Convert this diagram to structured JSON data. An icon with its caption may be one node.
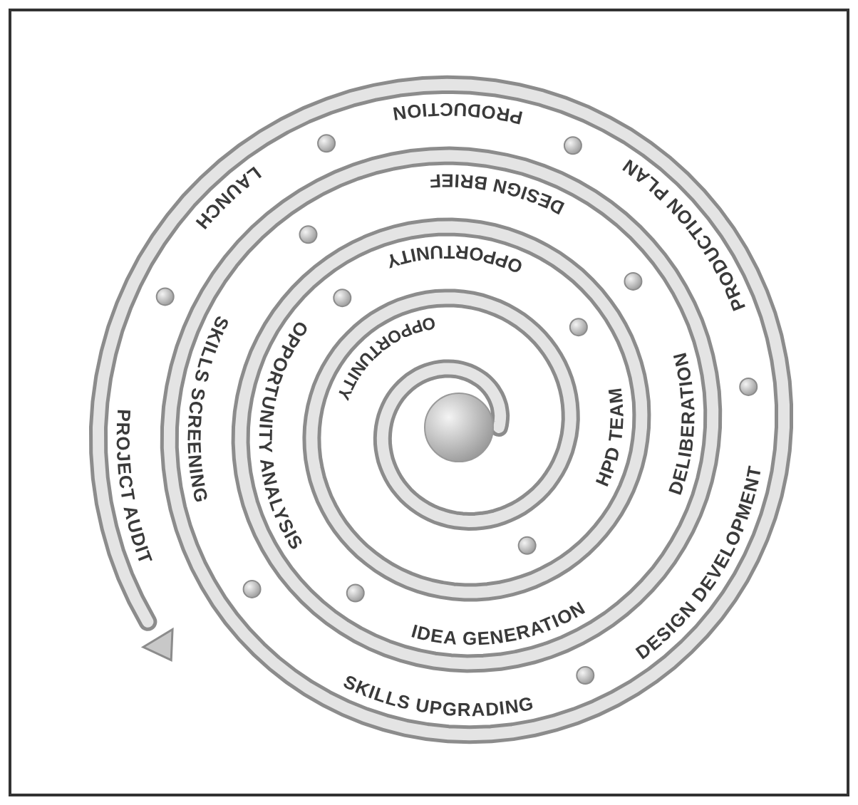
{
  "diagram": {
    "labels": [
      "OPPORTUNITY",
      "HPD TEAM",
      "OPPORTUNITY",
      "OPPORTUNITY ANALYSIS",
      "IDEA GENERATION",
      "DELIBERATION",
      "DESIGN BRIEF",
      "SKILLS SCREENING",
      "SKILLS UPGRADING",
      "DESIGN DEVELOPMENT",
      "PRODUCTION PLAN",
      "PRODUCTION",
      "LAUNCH",
      "PROJECT AUDIT"
    ]
  }
}
